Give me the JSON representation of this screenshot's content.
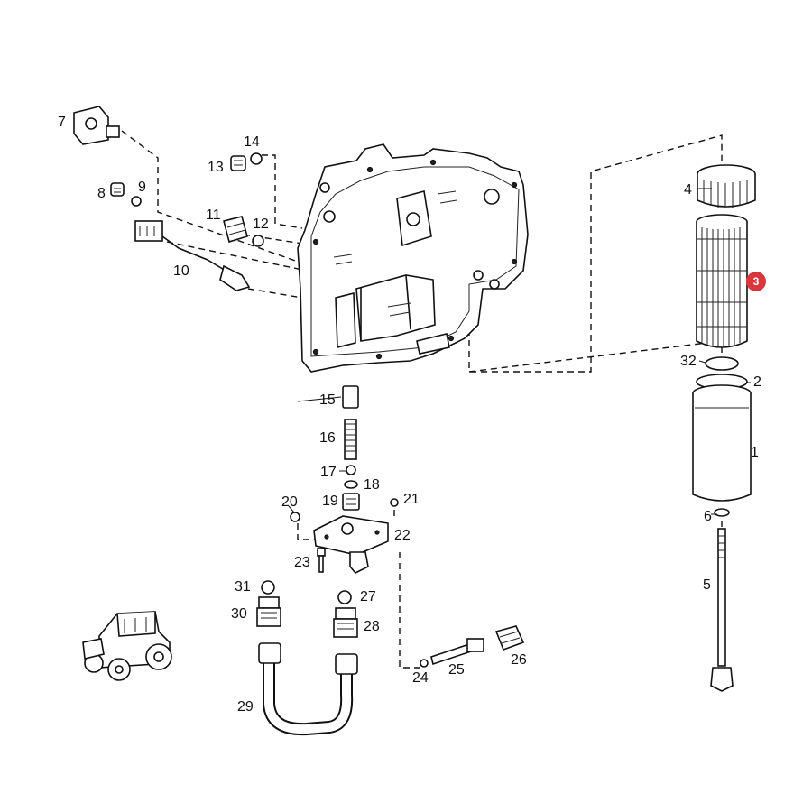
{
  "callouts": {
    "p1": "1",
    "p2": "2",
    "p4": "4",
    "p5": "5",
    "p6": "6",
    "p7": "7",
    "p8": "8",
    "p9": "9",
    "p10": "10",
    "p11": "11",
    "p12": "12",
    "p13": "13",
    "p14": "14",
    "p15": "15",
    "p16": "16",
    "p17": "17",
    "p18": "18",
    "p19": "19",
    "p20": "20",
    "p21": "21",
    "p22": "22",
    "p23": "23",
    "p24": "24",
    "p25": "25",
    "p26": "26",
    "p27": "27",
    "p28": "28",
    "p29": "29",
    "p30": "30",
    "p31": "31",
    "p32": "32"
  },
  "highlight": {
    "label": "3",
    "color": "#d9363e"
  },
  "colors": {
    "line": "#111111",
    "background": "#ffffff"
  }
}
